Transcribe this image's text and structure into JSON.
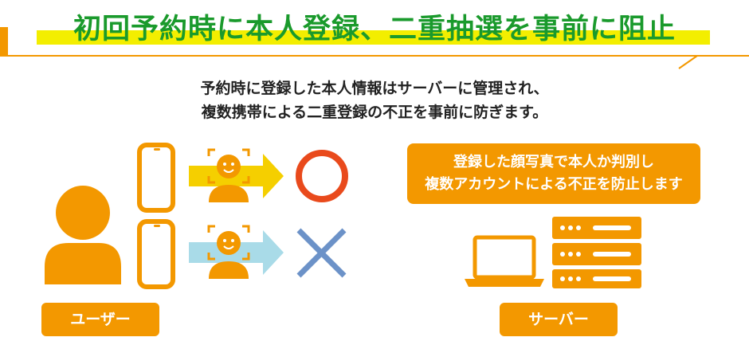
{
  "title": "初回予約時に本人登録、二重抽選を事前に阻止",
  "lead": {
    "line1": "予約時に登録した本人情報はサーバーに管理され、",
    "line2": "複数携帯による二重登録の不正を事前に防ぎます。"
  },
  "server_note": {
    "line1": "登録した顔写真で本人か判別し",
    "line2": "複数アカウントによる不正を防止します"
  },
  "labels": {
    "user": "ユーザー",
    "server": "サーバー"
  },
  "colors": {
    "orange": "#f39800",
    "title_green": "#1a9a2c",
    "highlight_yellow": "#f3ee00",
    "arrow_yellow": "#f5cf00",
    "arrow_blue": "#a9dbe8",
    "circle_red": "#e94a1c",
    "cross_blue": "#6c92c8"
  },
  "icons": [
    "user-icon",
    "smartphone-icon",
    "face-scan-icon",
    "arrow-icon",
    "circle-ok-icon",
    "cross-ng-icon",
    "laptop-icon",
    "server-rack-icon"
  ]
}
